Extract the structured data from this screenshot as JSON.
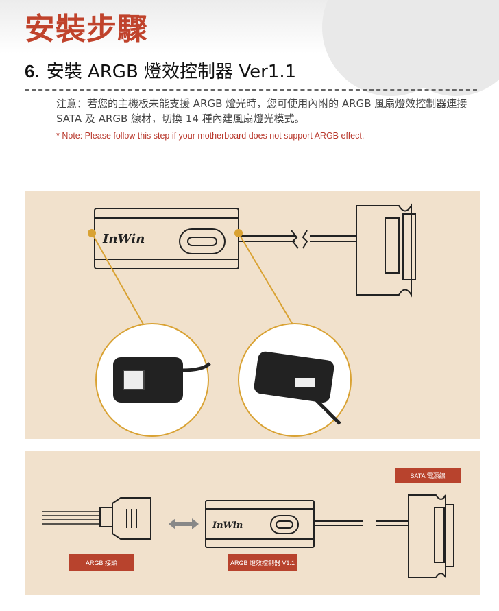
{
  "section_title": "安裝步驟",
  "step": {
    "number": "6.",
    "title": "安裝 ARGB 燈效控制器 Ver1.1"
  },
  "note_zh": "注意：若您的主機板未能支援 ARGB 燈光時，您可使用內附的 ARGB 風扇燈效控制器連接 SATA 及 ARGB 線材，切換 14 種內建風扇燈光模式。",
  "note_en": "* Note: Please follow this step if your motherboard does not support ARGB effect.",
  "brand_logo": "InWin",
  "labels": {
    "sata": "SATA 電源線",
    "argb_header": "ARGB 接頭",
    "controller": "ARGB 燈效控制器 V1.1"
  },
  "colors": {
    "accent": "#c0432c",
    "panel": "#f1e1cc",
    "callout": "#d9a233"
  }
}
